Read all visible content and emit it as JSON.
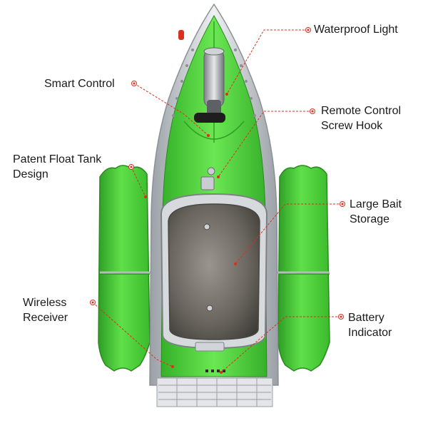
{
  "colors": {
    "hull_green": "#4fd63a",
    "hull_green_dark": "#2f9e25",
    "hull_silver": "#c8ccd0",
    "bait_tray": "#6e6a64",
    "callout_red": "#d9301f"
  },
  "labels": {
    "waterproof_light": "Waterproof Light",
    "smart_control": "Smart Control",
    "remote_control_1": "Remote Control",
    "remote_control_2": "Screw Hook",
    "patent_float_1": "Patent Float Tank",
    "patent_float_2": "Design",
    "large_bait_1": "Large Bait",
    "large_bait_2": "Storage",
    "wireless_1": "Wireless",
    "wireless_2": "Receiver",
    "battery_1": "Battery",
    "battery_2": "Indicator"
  }
}
